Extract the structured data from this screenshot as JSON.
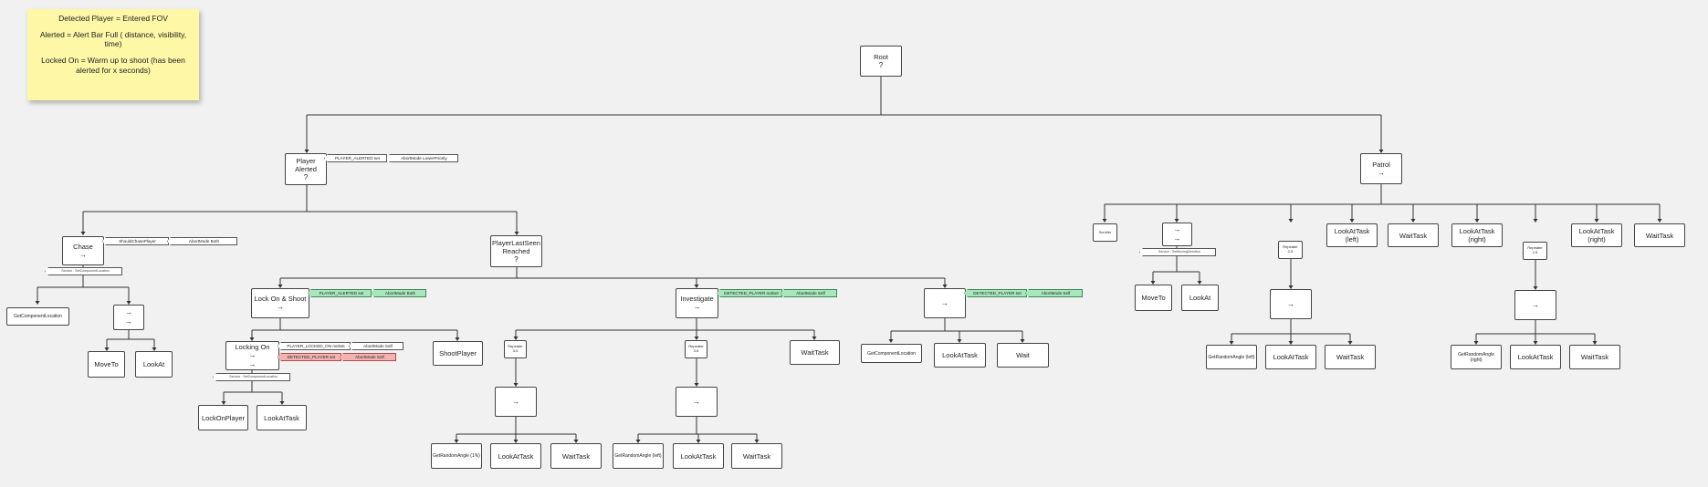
{
  "sticky_note": {
    "line1": "Detected Player = Entered FOV",
    "line2": "Alerted = Alert Bar Full ( distance, visibility, time)",
    "line3": "Locked On = Warm up to shoot (has been alerted for x seconds)"
  },
  "symbols": {
    "selector": "?",
    "sequence": "→"
  },
  "nodes": {
    "root": "Root",
    "player_alerted": "Player Alerted",
    "patrol": "Patrol",
    "chase": "Chase",
    "player_last_seen": "PlayerLastSeen Reached",
    "lock_on_shoot": "Lock On & Shoot",
    "investigate": "Investigate",
    "locking_on": "Locking On",
    "shoot_player": "ShootPlayer",
    "get_component_location_1": "GetComponentLocation",
    "get_component_location_2": "GetComponentLocation",
    "move_to_1": "MoveTo",
    "look_at_1": "LookAt",
    "lock_on_player": "LockOnPlayer",
    "look_at_task_1": "LookAtTask",
    "repeater_1": "Repeater",
    "repeater_1_count": "3-5",
    "repeater_2": "Repeater",
    "repeater_2_count": "3-5",
    "get_random_angle_1": "GetRandomAngle (1%)",
    "look_at_task_2": "LookAtTask",
    "wait_task_1": "WaitTask",
    "get_random_angle_2": "GetRandomAngle (left)",
    "look_at_task_3": "LookAtTask",
    "wait_task_2": "WaitTask",
    "wait_task_3": "WaitTask",
    "look_at_task_4": "LookAtTask",
    "wait_1": "Wait",
    "patrol_small": "Scroller",
    "move_to_2": "MoveTo",
    "look_at_2": "LookAt",
    "repeater_3": "Repeater",
    "repeater_3_count": "2-5",
    "repeater_4": "Repeater",
    "repeater_4_count": "2-5",
    "look_at_task_left": "LookAtTask (left)",
    "wait_task_p1": "WaitTask",
    "look_at_task_right_1": "LookAtTask (right)",
    "look_at_task_right_2": "LookAtTask (right)",
    "wait_task_p2": "WaitTask",
    "get_random_angle_3": "GetRandomAngle (left)",
    "look_at_task_5": "LookAtTask",
    "wait_task_4": "WaitTask",
    "get_random_angle_4": "GetRandomAngle (right)",
    "look_at_task_6": "LookAtTask",
    "wait_task_5": "WaitTask"
  },
  "decorators": {
    "player_alerted_set": "PLAYER_ALERTED set",
    "abort_lower_priority": "AbortMode LowerPriority",
    "should_chase_player": "ShouldChasePlayer",
    "abort_both_1": "AbortMode Both",
    "service_chase": "Service : SetComponentLocation",
    "player_alerted_set_2": "PLAYER_ALERTED set",
    "abort_both_2": "AbortMode Both",
    "detected_player_not_set": "DETECTED_PLAYER notSet",
    "abort_self_1": "AbortMode Self",
    "detected_player_set": "DETECTED_PLAYER set",
    "abort_self_2": "AbortMode Self",
    "player_locked_on_not_set": "PLAYER_LOCKED_ON notSet",
    "abort_self_3": "AbortMode Self",
    "detected_player_set_2": "DETECTED_PLAYER set",
    "abort_self_4": "AbortMode Self",
    "service_locking": "Service : SetComponentLocation",
    "service_patrol": "Service : SetMovingDirection"
  }
}
